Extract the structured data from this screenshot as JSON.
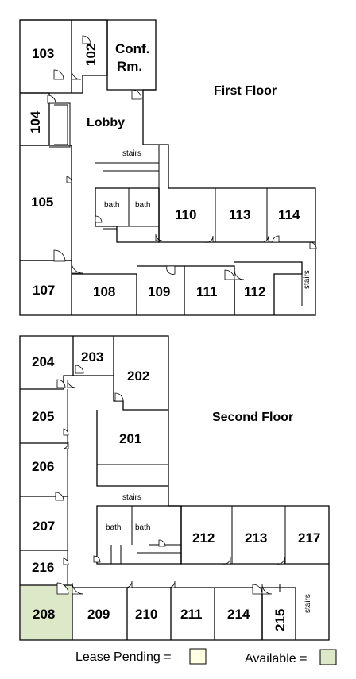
{
  "floors": [
    {
      "name": "First Floor"
    },
    {
      "name": "Second Floor"
    }
  ],
  "rooms_first": [
    "103",
    "102",
    "Conf.",
    "Rm.",
    "104",
    "Lobby",
    "105",
    "bath",
    "bath",
    "110",
    "113",
    "114",
    "107",
    "108",
    "109",
    "111",
    "112"
  ],
  "rooms_second": [
    "204",
    "203",
    "202",
    "205",
    "201",
    "206",
    "207",
    "216",
    "bath",
    "bath",
    "212",
    "213",
    "217",
    "208",
    "209",
    "210",
    "211",
    "214",
    "215"
  ],
  "stairs_label": "stairs",
  "legend": {
    "lease_pending_label": "Lease Pending =",
    "lease_pending_color": "#fefee0",
    "available_label": "Available =",
    "available_color": "#dce8c8"
  },
  "colors": {
    "wall": "#000000",
    "available_fill": "#dce8c8",
    "pending_fill": "#fefee0"
  },
  "room_208_status": "available"
}
